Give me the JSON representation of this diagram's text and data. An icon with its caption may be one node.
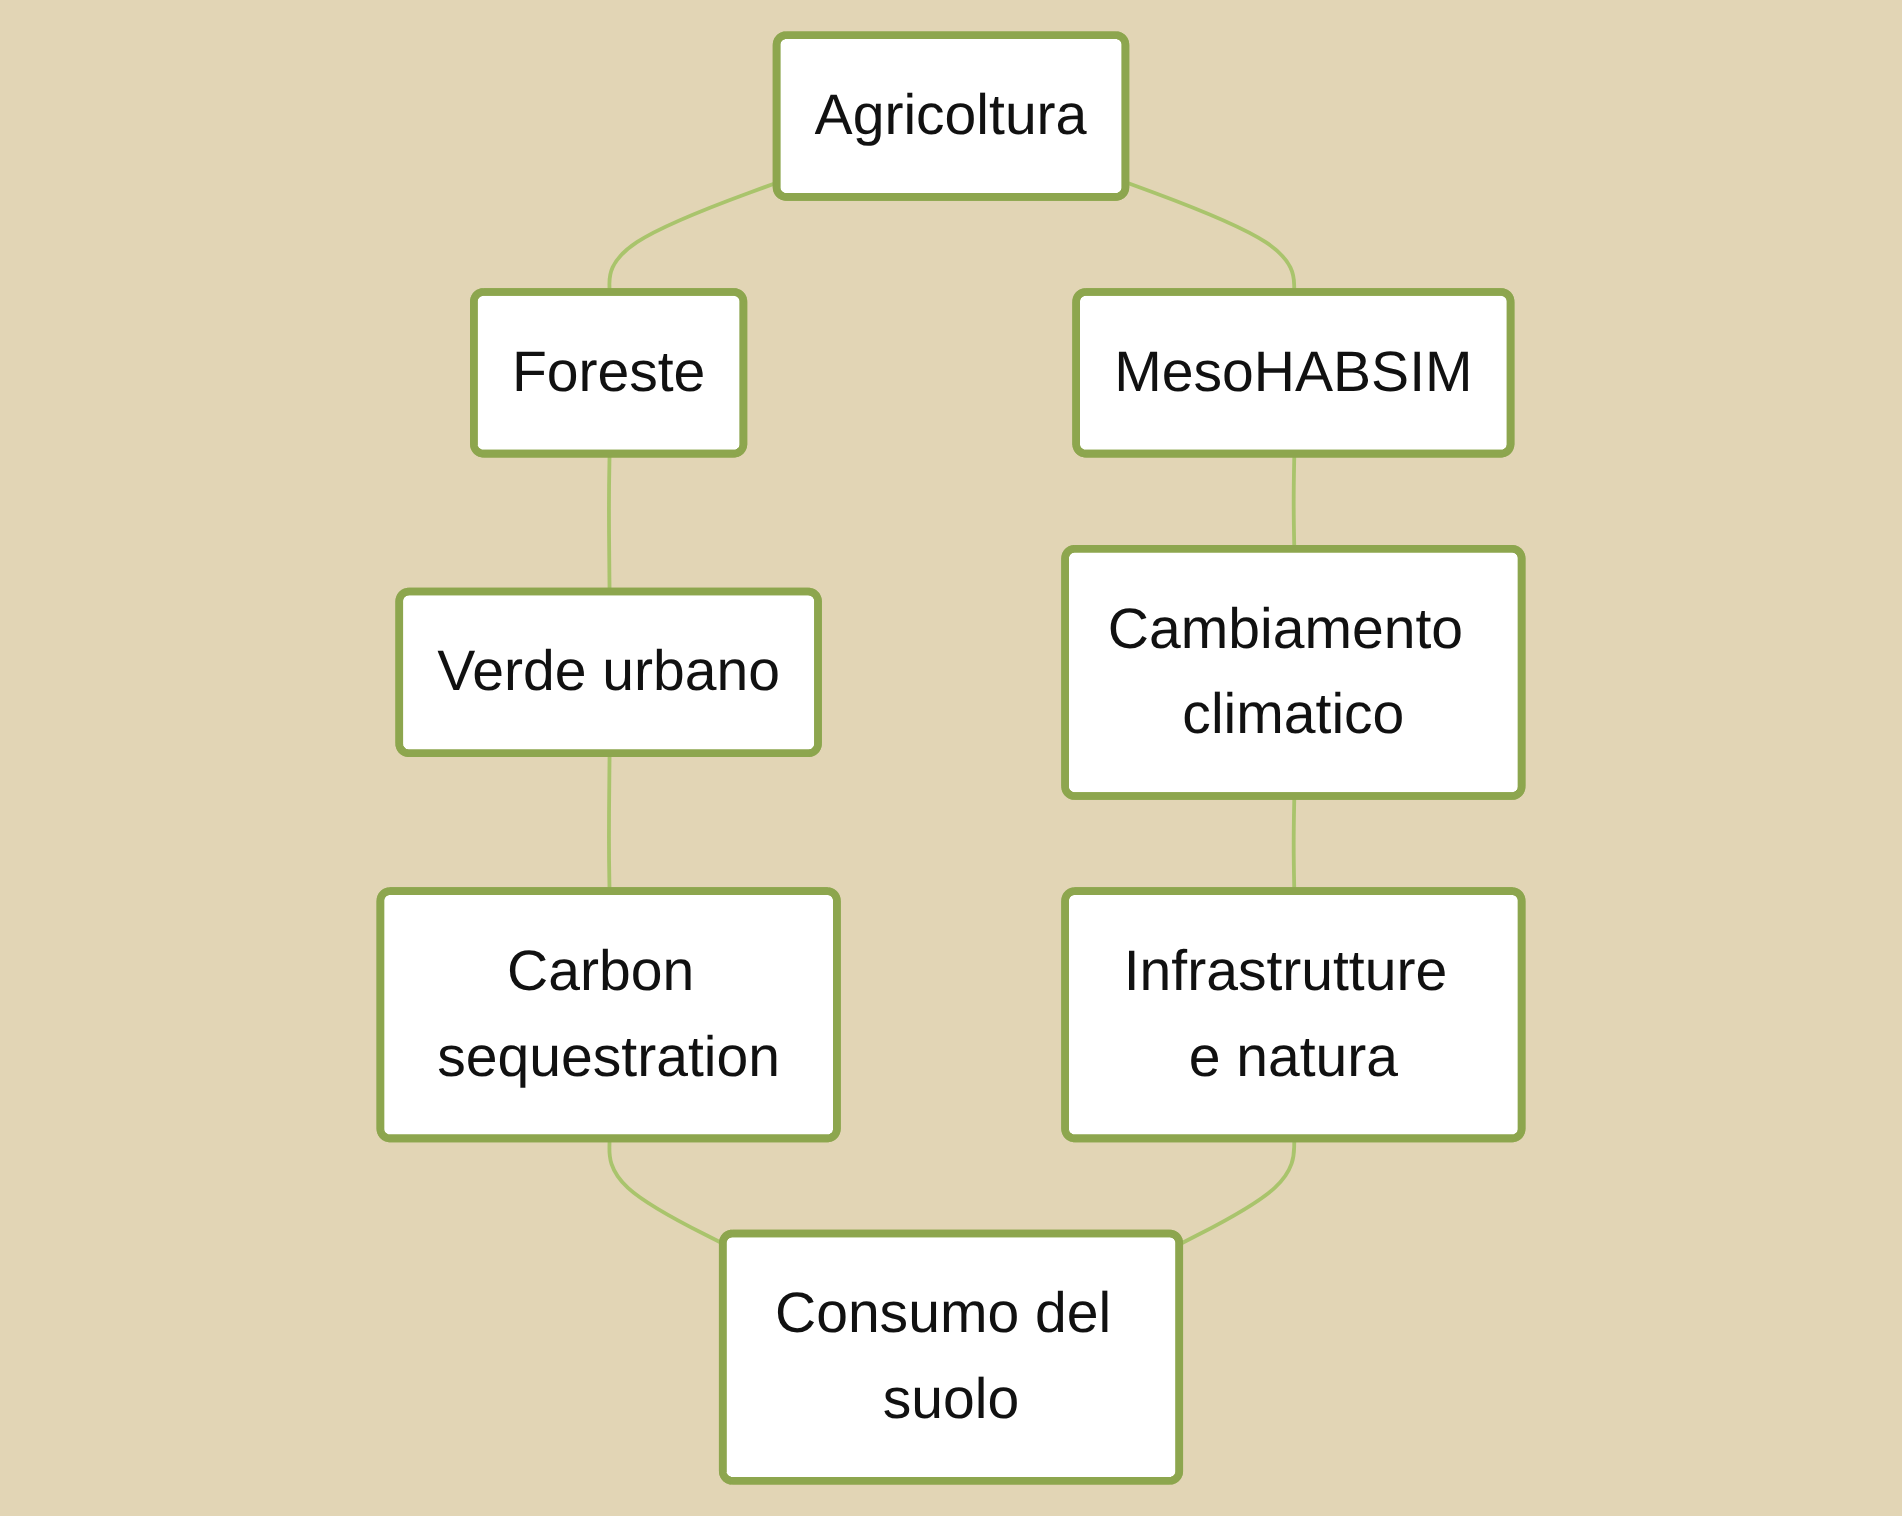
{
  "diagram": {
    "nodes": [
      {
        "text": [
          "Agricoltura"
        ]
      },
      {
        "text": [
          "Foreste"
        ]
      },
      {
        "text": [
          "Verde urbano"
        ]
      },
      {
        "text": [
          "Carbon sequestration"
        ]
      },
      {
        "text": [
          "Consumo del suolo"
        ]
      },
      {
        "text": [
          "Infrastrutture e natura"
        ]
      },
      {
        "text": [
          "Cambiamento climatico"
        ]
      },
      {
        "text": [
          "MesoHABSIM"
        ]
      }
    ],
    "edges": [
      {
        "from": 0,
        "to": 1,
        "arrow": "none"
      },
      {
        "from": 1,
        "to": 2,
        "arrow": "none"
      },
      {
        "from": 2,
        "to": 3,
        "arrow": "none"
      },
      {
        "from": 3,
        "to": 4,
        "arrow": "none"
      },
      {
        "from": 4,
        "to": 5,
        "arrow": "none"
      },
      {
        "from": 5,
        "to": 6,
        "arrow": "none"
      },
      {
        "from": 6,
        "to": 7,
        "arrow": "none"
      },
      {
        "from": 7,
        "to": 0,
        "arrow": "none"
      }
    ]
  }
}
